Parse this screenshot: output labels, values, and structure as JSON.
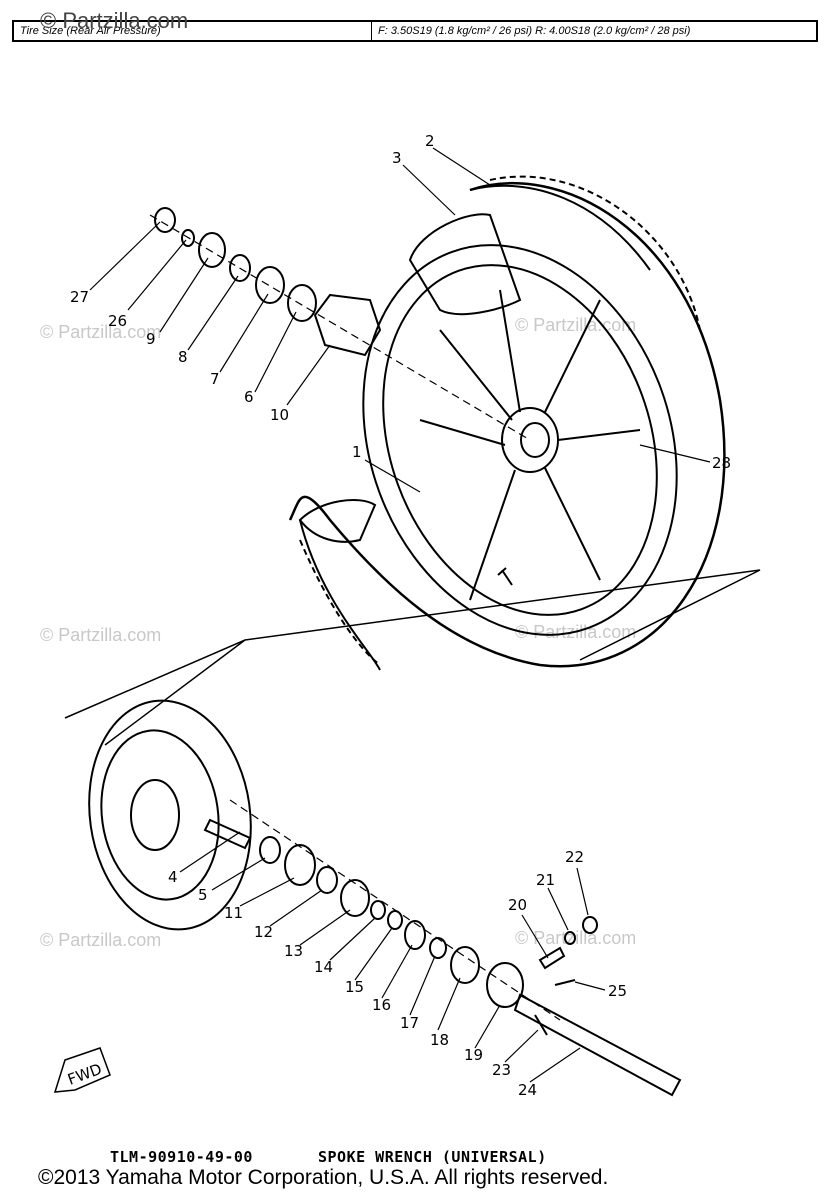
{
  "watermark": "© Partzilla.com",
  "spec_bar": {
    "label": "Tire Size (Rear Air Pressure)",
    "value": "F: 3.50S19 (1.8 kg/cm² / 26 psi) R: 4.00S18 (2.0 kg/cm² / 28 psi)"
  },
  "part_numbers": [
    "1",
    "2",
    "3",
    "4",
    "5",
    "6",
    "7",
    "8",
    "9",
    "10",
    "11",
    "12",
    "13",
    "14",
    "15",
    "16",
    "17",
    "18",
    "19",
    "20",
    "21",
    "22",
    "23",
    "24",
    "25",
    "26",
    "27",
    "28"
  ],
  "orientation_label": "FWD",
  "special_tool": {
    "code": "TLM-90910-49-00",
    "name": "SPOKE WRENCH (UNIVERSAL)"
  },
  "copyright": "©2013 Yamaha Motor Corporation, U.S.A. All rights reserved."
}
